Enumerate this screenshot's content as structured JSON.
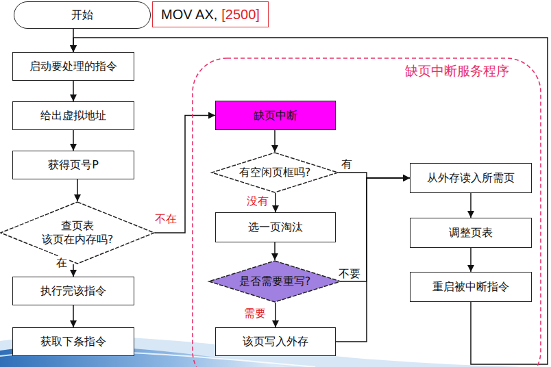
{
  "diagram": {
    "nodes": [
      {
        "text": [
          "开始"
        ]
      },
      {
        "text": [
          "MOV AX,",
          "[2500]"
        ]
      },
      {
        "text": [
          "启动要处理的指令"
        ]
      },
      {
        "text": [
          "给出虚拟地址"
        ]
      },
      {
        "text": [
          "获得页号P"
        ]
      },
      {
        "text": [
          "查页表 该页在内存吗?"
        ]
      },
      {
        "text": [
          "执行完该指令"
        ]
      },
      {
        "text": [
          "获取下条指令"
        ]
      },
      {
        "text": [
          "缺页中断服务程序"
        ]
      },
      {
        "text": [
          "缺页中断"
        ],
        "in": 8
      },
      {
        "text": [
          "有空闲页框吗?"
        ],
        "in": 8
      },
      {
        "text": [
          "选一页淘汰"
        ],
        "in": 8
      },
      {
        "text": [
          "是否需要重写?"
        ],
        "in": 8
      },
      {
        "text": [
          "该页写入外存"
        ],
        "in": 8
      },
      {
        "text": [
          "从外存读入所需页"
        ],
        "in": 8
      },
      {
        "text": [
          "调整页表"
        ],
        "in": 8
      },
      {
        "text": [
          "重启被中断指令"
        ],
        "in": 8
      }
    ],
    "edges": [
      {
        "from": 0,
        "to": 2,
        "arrow": "to"
      },
      {
        "from": 2,
        "to": 3,
        "arrow": "to"
      },
      {
        "from": 3,
        "to": 4,
        "arrow": "to"
      },
      {
        "from": 4,
        "to": 5,
        "arrow": "to"
      },
      {
        "from": 5,
        "to": 6,
        "label": "在",
        "arrow": "to"
      },
      {
        "from": 6,
        "to": 7,
        "arrow": "to"
      },
      {
        "from": 5,
        "to": 9,
        "label": "不在",
        "arrow": "to"
      },
      {
        "from": 9,
        "to": 10,
        "arrow": "to"
      },
      {
        "from": 10,
        "to": 11,
        "label": "没有",
        "arrow": "to"
      },
      {
        "from": 10,
        "to": 14,
        "label": "有",
        "arrow": "to"
      },
      {
        "from": 11,
        "to": 12,
        "arrow": "to"
      },
      {
        "from": 12,
        "to": 13,
        "label": "需要",
        "arrow": "to"
      },
      {
        "from": 12,
        "to": 14,
        "label": "不要",
        "arrow": "to"
      },
      {
        "from": 13,
        "to": 14,
        "arrow": "to"
      },
      {
        "from": 14,
        "to": 15,
        "arrow": "to"
      },
      {
        "from": 15,
        "to": 16,
        "arrow": "to"
      },
      {
        "from": 16,
        "to": 2,
        "arrow": "to"
      }
    ]
  }
}
